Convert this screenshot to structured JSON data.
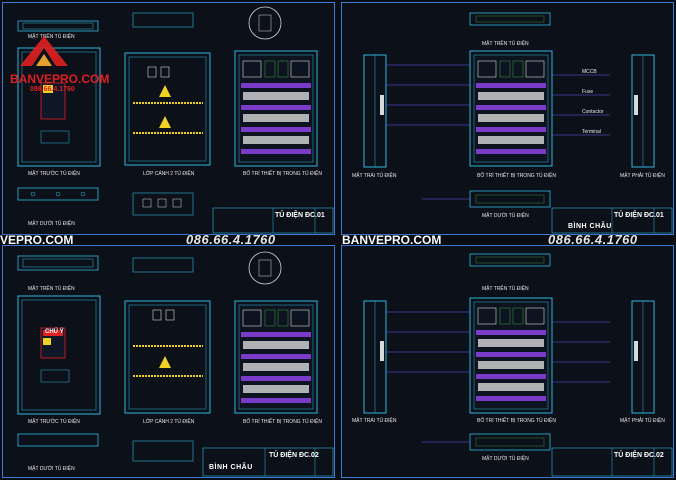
{
  "watermark": {
    "phone": "086.66.4.1760",
    "brand_left": "VEPRO.COM",
    "brand_mid": "BANVEPRO.COM",
    "logo_text": "BANVEPRO.COM",
    "logo_phone": "086.66.4.1760"
  },
  "sheets": [
    {
      "views": {
        "front": "MẶT TRƯỚC TỦ ĐIỆN",
        "top": "MẶT TRÊN TỦ ĐIỆN",
        "bottom": "MẶT DƯỚI TỦ ĐIỆN",
        "inner_door": "LỚP CÁNH 2 TỦ ĐIỆN",
        "layout": "BỐ TRÍ THIẾT BỊ TRONG TỦ ĐIỆN"
      },
      "title_block": {
        "drawing_title": "TỦ ĐIỆN ĐC.01"
      }
    },
    {
      "views": {
        "top": "MẶT TRÊN TỦ ĐIỆN",
        "left": "MẶT TRÁI TỦ ĐIỆN",
        "layout": "BỐ TRÍ THIẾT BỊ TRONG TỦ ĐIỆN",
        "right": "MẶT PHẢI TỦ ĐIỆN",
        "bottom": "MẶT DƯỚI TỦ ĐIỆN"
      },
      "title_block": {
        "drawing_title": "TỦ ĐIỆN ĐC.01",
        "company": "BÌNH CHÂU"
      }
    },
    {
      "views": {
        "top": "MẶT TRÊN TỦ ĐIỆN",
        "front": "MẶT TRƯỚC TỦ ĐIỆN",
        "bottom": "MẶT DƯỚI TỦ ĐIỆN",
        "inner_door": "LỚP CÁNH 2 TỦ ĐIỆN",
        "layout": "BỐ TRÍ THIẾT BỊ TRONG TỦ ĐIỆN"
      },
      "warning_label": "CHÚ Ý",
      "title_block": {
        "drawing_title": "TỦ ĐIỆN ĐC.02",
        "company": "BÌNH CHÂU"
      }
    },
    {
      "views": {
        "top": "MẶT TRÊN TỦ ĐIỆN",
        "left": "MẶT TRÁI TỦ ĐIỆN",
        "layout": "BỐ TRÍ THIẾT BỊ TRONG TỦ ĐIỆN",
        "right": "MẶT PHẢI TỦ ĐIỆN",
        "bottom": "MẶT DƯỚI TỦ ĐIỆN"
      },
      "title_block": {
        "drawing_title": "TỦ ĐIỆN ĐC.02"
      }
    }
  ],
  "callouts": {
    "mccb": "MCCB",
    "fuse": "Fuse",
    "contactor": "Contactor",
    "terminal": "Terminal"
  },
  "colors": {
    "background": "#0a0d14",
    "frame": "#3a7bd5",
    "cabinet": "#2fb6e0",
    "busbar": "#7a3cc8",
    "terminal": "#d8d8d8",
    "warning": "#f0d020",
    "wire": "#6060ff",
    "logo": "#e02020"
  }
}
